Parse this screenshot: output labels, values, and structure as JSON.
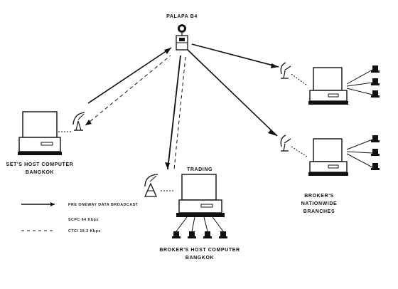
{
  "nodes": {
    "satellite": "PALAPA B4",
    "set_host": [
      "SET'S HOST COMPUTER",
      "BANGKOK"
    ],
    "trading": "TRADING",
    "broker_host": [
      "BROKER'S HOST COMPUTER",
      "BANGKOK"
    ],
    "branches": [
      "BROKER'S",
      "NATIONWIDE",
      "BRANCHES"
    ]
  },
  "legend": {
    "solid": "PRE ONEWAY DATA BROADCAST",
    "solid_note": "SCPC 64 Kbps",
    "dashed": "CTCI 19.2 Kbps"
  }
}
